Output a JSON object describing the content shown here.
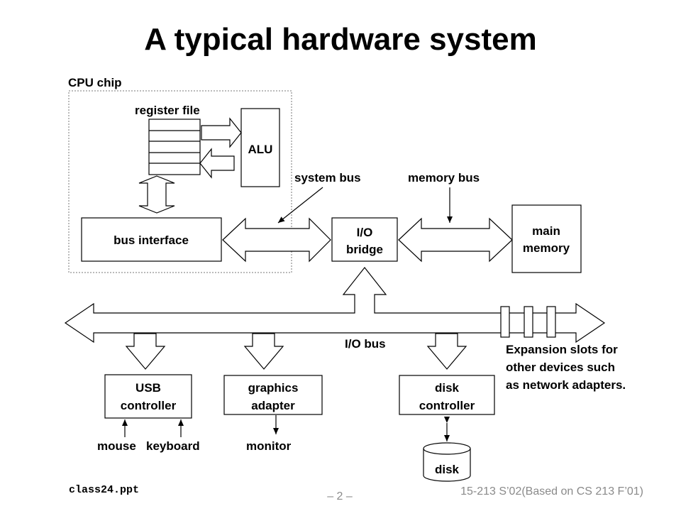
{
  "title": "A typical hardware system",
  "cpu_chip_label": "CPU chip",
  "register_file_label": "register file",
  "alu_label": "ALU",
  "system_bus_label": "system bus",
  "memory_bus_label": "memory bus",
  "bus_interface_label": "bus interface",
  "io_bridge_label": [
    "I/O",
    "bridge"
  ],
  "main_memory_label": [
    "main",
    "memory"
  ],
  "io_bus_label": "I/O bus",
  "expansion_note": [
    "Expansion slots for",
    "other devices such",
    "as network adapters."
  ],
  "usb_controller_label": [
    "USB",
    "controller"
  ],
  "graphics_adapter_label": [
    "graphics",
    "adapter"
  ],
  "disk_controller_label": [
    "disk",
    "controller"
  ],
  "mouse_label": "mouse",
  "keyboard_label": "keyboard",
  "monitor_label": "monitor",
  "disk_label": "disk",
  "footer": {
    "file": "class24.ppt",
    "page": "– 2 –",
    "course": "15-213 S’02(Based on CS 213 F’01)"
  },
  "colors": {
    "stroke": "#000000",
    "footer_text": "#8a8a8a"
  }
}
